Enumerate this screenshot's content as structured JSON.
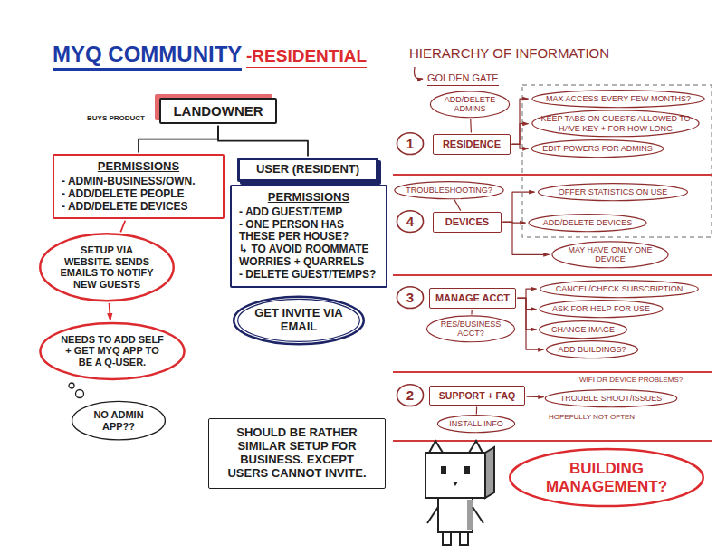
{
  "diagram": {
    "title": "MYQ COMMUNITY",
    "nodes": [
      {
        "text": [
          "LANDOWNER"
        ]
      },
      {
        "text": [
          "PERMISSIONS",
          "- ADMIN-BUSINESS/OWN.",
          "- ADD/DELETE PEOPLE",
          "- ADD/DELETE DEVICES"
        ]
      },
      {
        "text": [
          "USER (RESIDENT)"
        ]
      },
      {
        "text": [
          "PERMISSIONS",
          "- ADD GUEST/TEMP",
          "- ONE PERSON HAS THESE PER HOUSE?",
          "↳ TO AVOID ROOMMATE WORRIES + QUARRELS",
          "- DELETE GUEST/TEMPS?"
        ]
      },
      {
        "text": [
          "SETUP VIA WEBSITE. SENDS EMAILS TO NOTIFY NEW GUESTS"
        ]
      },
      {
        "text": [
          "GET INVITE VIA EMAIL"
        ]
      },
      {
        "text": [
          "NEEDS TO ADD SELF + GET MYQ APP TO BE A Q-USER."
        ]
      },
      {
        "text": [
          "NO ADMIN APP??"
        ]
      },
      {
        "text": [
          "SHOULD BE RATHER SIMILAR SETUP FOR BUSINESS. EXCEPT USERS CANNOT INVITE."
        ]
      },
      {
        "text": [
          "ADD/DELETE ADMINS"
        ]
      },
      {
        "text": [
          "1"
        ]
      },
      {
        "text": [
          "RESIDENCE"
        ]
      },
      {
        "text": [
          "MAX ACCESS EVERY FEW MONTHS?"
        ]
      },
      {
        "text": [
          "KEEP TABS ON GUESTS ALLOWED TO HAVE KEY + FOR HOW LONG"
        ]
      },
      {
        "text": [
          "EDIT POWERS FOR ADMINS"
        ]
      },
      {
        "text": [
          "TROUBLESHOOTING?"
        ]
      },
      {
        "text": [
          "OFFER STATISTICS ON USE"
        ]
      },
      {
        "text": [
          "4"
        ]
      },
      {
        "text": [
          "DEVICES"
        ]
      },
      {
        "text": [
          "ADD/DELETE DEVICES"
        ]
      },
      {
        "text": [
          "MAY HAVE ONLY ONE DEVICE"
        ]
      },
      {
        "text": [
          "3"
        ]
      },
      {
        "text": [
          "MANAGE ACCT"
        ]
      },
      {
        "text": [
          "RES/BUSINESS ACCT?"
        ]
      },
      {
        "text": [
          "CANCEL/CHECK SUBSCRIPTION"
        ]
      },
      {
        "text": [
          "ASK FOR HELP FOR USE"
        ]
      },
      {
        "text": [
          "CHANGE IMAGE"
        ]
      },
      {
        "text": [
          "ADD BUILDINGS?"
        ]
      },
      {
        "text": [
          "2"
        ]
      },
      {
        "text": [
          "SUPPORT + FAQ"
        ]
      },
      {
        "text": [
          "TROUBLE SHOOT/ISSUES"
        ]
      },
      {
        "text": [
          "INSTALL INFO"
        ]
      },
      {
        "text": [
          "BUILDING MANAGEMENT?"
        ]
      }
    ],
    "edges": [
      {
        "from": 0,
        "to": 1,
        "arrow": "none"
      },
      {
        "from": 0,
        "to": 2,
        "arrow": "none"
      },
      {
        "from": 1,
        "to": 4,
        "arrow": "none"
      },
      {
        "from": 4,
        "to": 6,
        "arrow": "to"
      },
      {
        "from": 11,
        "to": 9,
        "arrow": "none"
      },
      {
        "from": 11,
        "to": 12,
        "arrow": "to"
      },
      {
        "from": 11,
        "to": 13,
        "arrow": "to"
      },
      {
        "from": 11,
        "to": 14,
        "arrow": "to"
      },
      {
        "from": 18,
        "to": 15,
        "arrow": "none"
      },
      {
        "from": 18,
        "to": 16,
        "arrow": "to"
      },
      {
        "from": 18,
        "to": 19,
        "arrow": "to"
      },
      {
        "from": 18,
        "to": 20,
        "arrow": "to"
      },
      {
        "from": 22,
        "to": 23,
        "arrow": "none"
      },
      {
        "from": 22,
        "to": 24,
        "arrow": "to"
      },
      {
        "from": 22,
        "to": 25,
        "arrow": "to"
      },
      {
        "from": 22,
        "to": 26,
        "arrow": "to"
      },
      {
        "from": 22,
        "to": 27,
        "arrow": "to"
      },
      {
        "from": 29,
        "to": 30,
        "arrow": "to"
      },
      {
        "from": 29,
        "to": 31,
        "arrow": "none"
      }
    ],
    "labels": [
      "-RESIDENTIAL",
      "BUYS PRODUCT",
      "HIERARCHY OF INFORMATION",
      "GOLDEN GATE",
      "WIFI OR DEVICE PROBLEMS?",
      "HOPEFULLY NOT OFTEN"
    ]
  }
}
